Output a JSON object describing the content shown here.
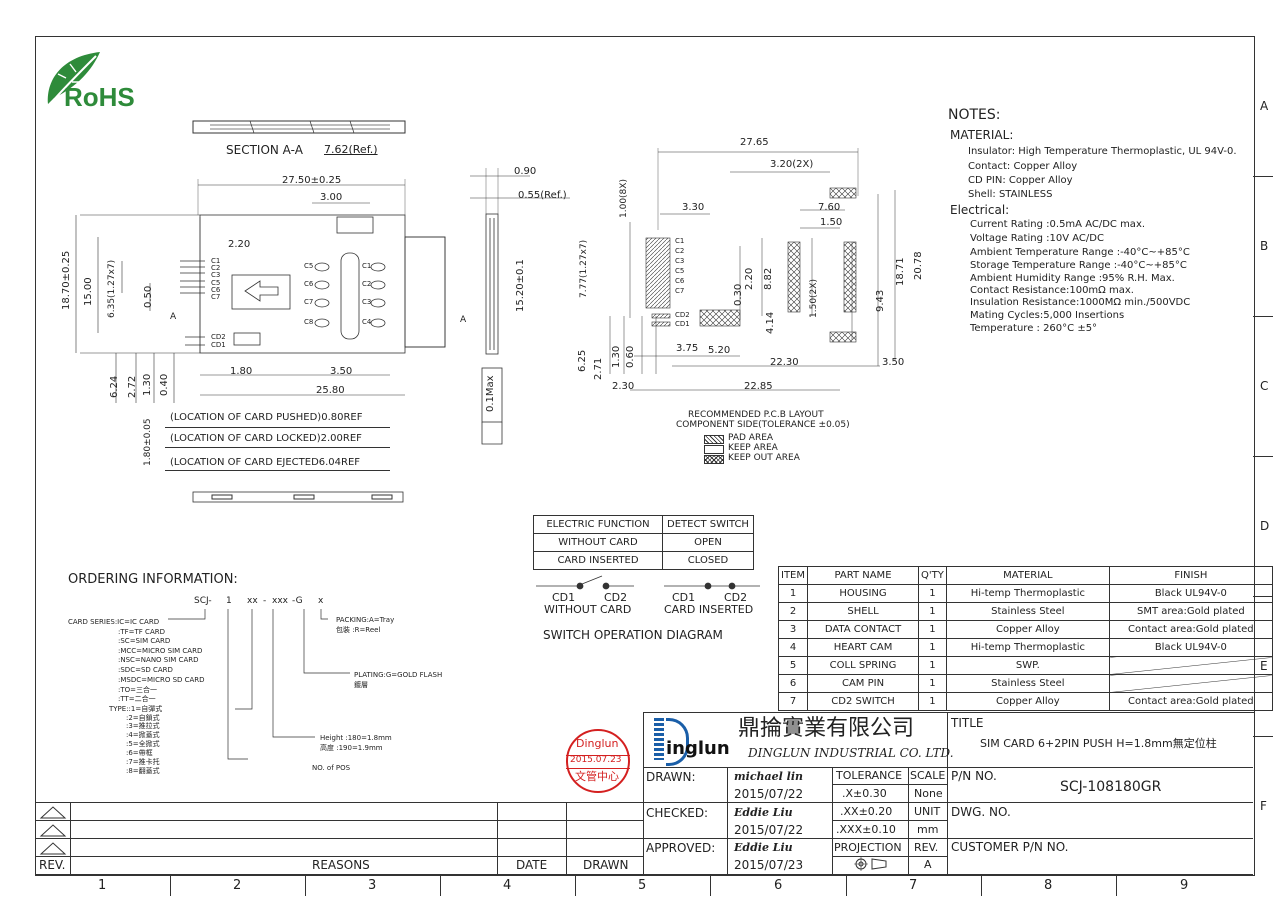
{
  "logo": {
    "text": "RoHS",
    "color": "#2e8b3a"
  },
  "zones_top": [
    "A",
    "B",
    "C",
    "D",
    "E",
    "F"
  ],
  "zones_bottom": [
    "1",
    "2",
    "3",
    "4",
    "5",
    "6",
    "7",
    "8",
    "9"
  ],
  "notes": {
    "title": "NOTES:",
    "material_head": "MATERIAL:",
    "material": [
      "Insulator: High Temperature Thermoplastic, UL 94V-0.",
      "Contact: Copper Alloy",
      "CD PIN: Copper Alloy",
      "Shell: STAINLESS"
    ],
    "electrical_head": "Electrical:",
    "electrical": [
      "Current Rating :0.5mA AC/DC max.",
      "Voltage Rating :10V AC/DC",
      "Ambient Temperature Range :-40°C~+85°C",
      "Storage Temperature Range :-40°C~+85°C",
      "Ambient Humidity Range :95% R.H. Max.",
      "Contact Resistance:100mΩ max.",
      "Insulation Resistance:1000MΩ min./500VDC",
      "Mating Cycles:5,000 Insertions",
      "Temperature : 260°C ±5°"
    ]
  },
  "section": {
    "label": "SECTION A-A",
    "ref": "7.62(Ref.)"
  },
  "top_view": {
    "dims": {
      "d_2750": "27.50±0.25",
      "d_300": "3.00",
      "d_220": "2.20",
      "d_1870": "18.70±0.25",
      "d_1500": "15.00",
      "d_635": "6.35(1.27x7)",
      "d_050": "0.50",
      "d_1520": "15.20±0.1",
      "d_180": "1.80",
      "d_350": "3.50",
      "d_2580": "25.80",
      "d_624": "6.24",
      "d_272": "2.72",
      "d_130": "1.30",
      "d_040": "0.40"
    },
    "pins_left": [
      "C1",
      "C2",
      "C3",
      "C5",
      "C6",
      "C7",
      "CD2",
      "CD1"
    ],
    "contacts": [
      "C5",
      "C6",
      "C7",
      "C8",
      "C1",
      "C2",
      "C3",
      "C4"
    ],
    "marker": "A"
  },
  "side_view": {
    "d_090": "0.90",
    "d_055": "0.55(Ref.)",
    "max": "0.1Max"
  },
  "locations": [
    "(LOCATION OF CARD PUSHED)0.80REF",
    "(LOCATION OF CARD LOCKED)2.00REF",
    "(LOCATION OF CARD EJECTED6.04REF"
  ],
  "bottom_dim": "1.80±0.05",
  "pcb": {
    "dims": {
      "d_2765": "27.65",
      "d_320": "3.20(2X)",
      "d_100": "1.00(8X)",
      "d_330": "3.30",
      "d_760": "7.60",
      "d_150": "1.50",
      "d_777": "7.77(1.27x7)",
      "d_882": "8.82",
      "d_220": "2.20",
      "d_030": "0.30",
      "d_150b": "1.50(2X)",
      "d_943": "9.43",
      "d_1871": "18.71",
      "d_2078": "20.78",
      "d_414": "4.14",
      "d_375": "3.75",
      "d_520": "5.20",
      "d_2230": "22.30",
      "d_350": "3.50",
      "d_625": "6.25",
      "d_271": "2.71",
      "d_130": "1.30",
      "d_060": "0.60",
      "d_230": "2.30",
      "d_2285": "22.85"
    },
    "pins": [
      "C1",
      "C2",
      "C3",
      "C5",
      "C6",
      "C7",
      "CD2",
      "CD1"
    ],
    "caption1": "RECOMMENDED P.C.B LAYOUT",
    "caption2": "COMPONENT SIDE(TOLERANCE ±0.05)",
    "legend": [
      "PAD AREA",
      "KEEP AREA",
      "KEEP OUT AREA"
    ]
  },
  "electric": {
    "headers": [
      "ELECTRIC FUNCTION",
      "DETECT SWITCH"
    ],
    "rows": [
      [
        "WITHOUT CARD",
        "OPEN"
      ],
      [
        "CARD INSERTED",
        "CLOSED"
      ]
    ]
  },
  "switch": {
    "a_cd1": "CD1",
    "a_cd2": "CD2",
    "a_label": "WITHOUT CARD",
    "b_cd1": "CD1",
    "b_cd2": "CD2",
    "b_label": "CARD INSERTED",
    "title": "SWITCH OPERATION DIAGRAM"
  },
  "ordering": {
    "title": "ORDERING INFORMATION:",
    "code": [
      "SCJ-",
      "1",
      "xx",
      "-",
      "xxx",
      "-G",
      "x"
    ],
    "packing": [
      "PACKING:A=Tray",
      "包裝      :R=Reel"
    ],
    "card_series": [
      "CARD SERIES:IC=IC CARD",
      ":TF=TF CARD",
      ":SC=SIM CARD",
      ":MCC=MICRO SIM CARD",
      ":NSC=NANO SIM CARD",
      ":SDC=SD CARD",
      ":MSDC=MICRO SD CARD",
      ":TO=三合一",
      ":TT=二合一"
    ],
    "plating": [
      "PLATING:G=GOLD FLASH",
      "鍍層"
    ],
    "type": [
      "TYPE::1=自彈式",
      ":2=自鎖式",
      ":3=推拉式",
      ":4=掀蓋式",
      ":5=全掀式",
      ":6=帶框",
      ":7=推卡托",
      ":8=翻蓋式"
    ],
    "height": [
      "Height  :180=1.8mm",
      "高度      :190=1.9mm"
    ],
    "pos": "NO. of POS"
  },
  "stamp": {
    "top": "Dinglun",
    "date": "2015.07.23",
    "bottom": "文管中心",
    "color": "#d42020"
  },
  "bom": {
    "headers": [
      "ITEM",
      "PART NAME",
      "Q'TY",
      "MATERIAL",
      "FINISH"
    ],
    "rows": [
      [
        "1",
        "HOUSING",
        "1",
        "Hi-temp Thermoplastic",
        "Black UL94V-0"
      ],
      [
        "2",
        "SHELL",
        "1",
        "Stainless Steel",
        "SMT area:Gold plated"
      ],
      [
        "3",
        "DATA CONTACT",
        "1",
        "Copper Alloy",
        "Contact area:Gold plated"
      ],
      [
        "4",
        "HEART CAM",
        "1",
        "Hi-temp Thermoplastic",
        "Black UL94V-0"
      ],
      [
        "5",
        "COLL SPRING",
        "1",
        "SWP.",
        ""
      ],
      [
        "6",
        "CAM PIN",
        "1",
        "Stainless Steel",
        ""
      ],
      [
        "7",
        "CD2 SWITCH",
        "1",
        "Copper Alloy",
        "Contact area:Gold plated"
      ]
    ]
  },
  "title_block": {
    "company_cn": "鼎掄實業有限公司",
    "company_en": "DINGLUN INDUSTRIAL CO. LTD.",
    "logo_text": "inglun",
    "title_label": "TITLE",
    "title": "SIM CARD 6+2PIN PUSH H=1.8mm無定位柱",
    "drawn_label": "DRAWN:",
    "drawn_name": "michael lin",
    "drawn_date": "2015/07/22",
    "checked_label": "CHECKED:",
    "checked_name": "Eddie Liu",
    "checked_date": "2015/07/22",
    "approved_label": "APPROVED:",
    "approved_name": "Eddie Liu",
    "approved_date": "2015/07/23",
    "tolerance_label": "TOLERANCE",
    "tol1": ".X±0.30",
    "tol2": ".XX±0.20",
    "tol3": ".XXX±0.10",
    "scale_label": "SCALE",
    "scale": "None",
    "unit_label": "UNIT",
    "unit": "mm",
    "projection_label": "PROJECTION",
    "rev_label": "REV.",
    "rev": "A",
    "pn_label": "P/N NO.",
    "pn": "SCJ-108180GR",
    "dwg_label": "DWG. NO.",
    "customer_label": "CUSTOMER P/N NO."
  },
  "revision": {
    "rev": "REV.",
    "reasons": "REASONS",
    "date": "DATE",
    "drawn": "DRAWN"
  }
}
